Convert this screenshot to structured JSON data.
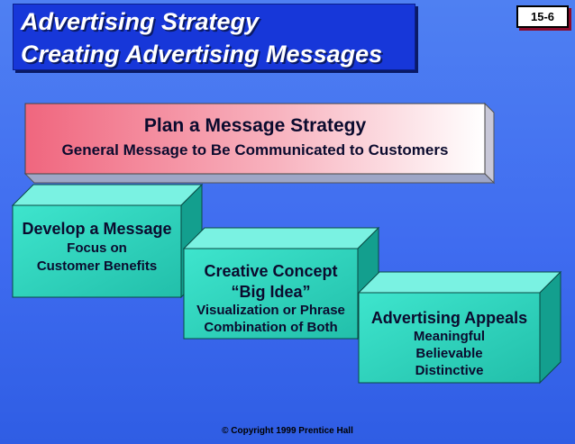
{
  "header": {
    "title_line1": "Advertising Strategy",
    "title_line2": "Creating Advertising Messages",
    "slide_number": "15-6"
  },
  "plan_box": {
    "title": "Plan a Message Strategy",
    "subtitle": "General Message to Be Communicated to Customers"
  },
  "develop_box": {
    "title": "Develop a Message",
    "line1": "Focus on",
    "line2": "Customer Benefits"
  },
  "concept_box": {
    "title": "Creative Concept",
    "line1": "“Big Idea”",
    "line2": "Visualization or Phrase",
    "line3": "Combination of Both"
  },
  "appeals_box": {
    "title": "Advertising Appeals",
    "line1": "Meaningful",
    "line2": "Believable",
    "line3": "Distinctive"
  },
  "footer": {
    "copyright_symbol": "©",
    "copyright": "Copyright 1999 Prentice Hall"
  },
  "colors": {
    "background": "#3f6cf0",
    "title_box": "#1737d9",
    "plan_box": "#f07b8e",
    "teal_box": "#2ed9c2"
  }
}
